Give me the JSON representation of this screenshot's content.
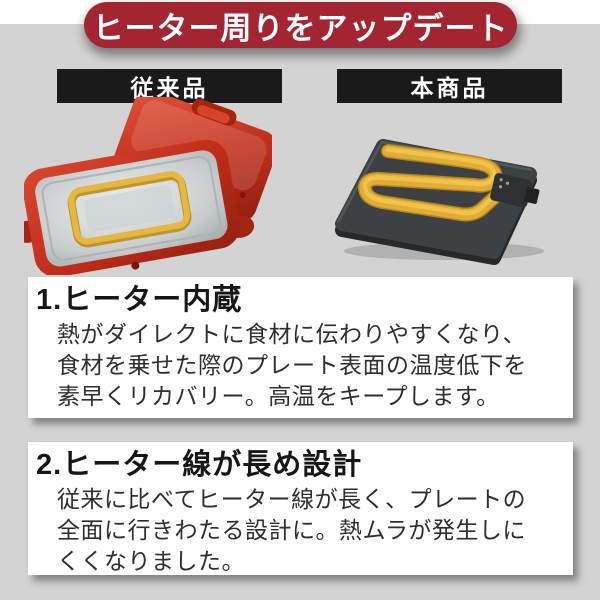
{
  "banner": {
    "title": "ヒーター周りをアップデート"
  },
  "labels": {
    "old": "従来品",
    "new": "本商品"
  },
  "sections": [
    {
      "number": "1.",
      "heading": "ヒーター内蔵",
      "lines": [
        "熱がダイレクトに食材に伝わりやすくなり、",
        "食材を乗せた際のプレート表面の温度低下を",
        "素早くリカバリー。高温をキープします。"
      ]
    },
    {
      "number": "2.",
      "heading": "ヒーター線が長め設計",
      "lines": [
        "従来に比べてヒーター線が長く、プレートの",
        "全面に行きわたる設計に。熱ムラが発生しに",
        "くくなりました。"
      ]
    }
  ],
  "colors": {
    "background": "#d3d3d3",
    "banner_red": "#a32531",
    "label_black": "#1a1a1a",
    "grill_red": "#c73321",
    "tray_silver": "#c9cdce",
    "heater_yellow": "#e3ad33",
    "plate_charcoal": "#3e4144"
  }
}
